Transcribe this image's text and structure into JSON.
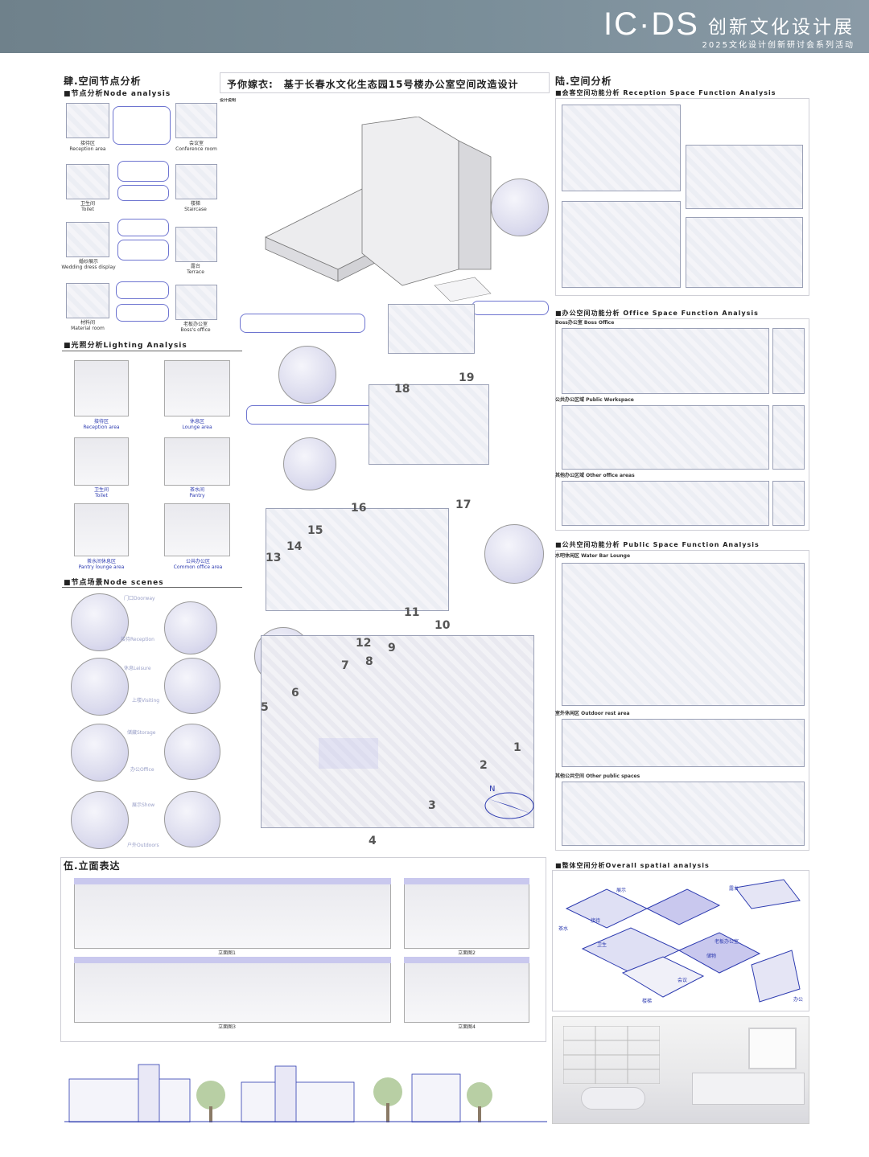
{
  "header": {
    "logo": "IC·DS",
    "title_cn": "创新文化设计展",
    "subtitle": "2025文化设计创新研讨会系列活动"
  },
  "project": {
    "title": "予你嫁衣:　基于长春水文化生态园15号楼办公室空间改造设计",
    "intro_label": "设计说明"
  },
  "s4": {
    "title": "肆.空间节点分析",
    "node": {
      "title": "■节点分析Node analysis",
      "items": [
        {
          "cn": "接待区",
          "en": "Reception area"
        },
        {
          "cn": "会议室",
          "en": "Conference room"
        },
        {
          "cn": "卫生间",
          "en": "Toilet"
        },
        {
          "cn": "楼梯",
          "en": "Staircase"
        },
        {
          "cn": "婚纱展示",
          "en": "Wedding dress display"
        },
        {
          "cn": "露台",
          "en": "Terrace"
        },
        {
          "cn": "材料间",
          "en": "Material room"
        },
        {
          "cn": "老板办公室",
          "en": "Boss's office"
        }
      ]
    },
    "lighting": {
      "title": "■光照分析Lighting Analysis",
      "items": [
        {
          "cn": "接待区",
          "en": "Reception area"
        },
        {
          "cn": "休息区",
          "en": "Lounge area"
        },
        {
          "cn": "卫生间",
          "en": "Toilet"
        },
        {
          "cn": "茶水间",
          "en": "Pantry"
        },
        {
          "cn": "茶水间休息区",
          "en": "Pantry lounge area"
        },
        {
          "cn": "公共办公区",
          "en": "Common office area"
        }
      ]
    },
    "scenes": {
      "title": "■节点场景Node scenes",
      "labels": [
        "门口Doorway",
        "接待Reception",
        "休息Leisure",
        "上楼Visiting",
        "储藏Storage",
        "办公Office",
        "展示Show",
        "户外Outdoors"
      ]
    }
  },
  "s5": {
    "title": "伍.立面表达",
    "elevations": [
      "立面图1",
      "立面图2",
      "立面图3",
      "立面图4"
    ]
  },
  "s6": {
    "title": "陆.空间分析",
    "reception": {
      "title": "■会客空间功能分析 Reception Space Function Analysis"
    },
    "office": {
      "title": "■办公空间功能分析 Office Space Function Analysis",
      "boss": "Boss办公室 Boss Office",
      "public": "公共办公区域 Public Workspace",
      "other": "其他办公区域 Other office areas"
    },
    "public": {
      "title": "■公共空间功能分析 Public Space Function Analysis",
      "water": "水吧休闲区 Water Bar Lounge",
      "outdoor": "室外休闲区 Outdoor rest area",
      "other": "其他公共空间 Other public spaces"
    },
    "overall": {
      "title": "■整体空间分析Overall spatial analysis",
      "labels": [
        "展示",
        "接待",
        "茶水",
        "卫生",
        "老板办公室",
        "储物",
        "会议",
        "露台",
        "办公",
        "楼梯"
      ]
    }
  },
  "axon": {
    "numbers": [
      "1",
      "2",
      "3",
      "4",
      "5",
      "6",
      "7",
      "8",
      "9",
      "10",
      "11",
      "12",
      "13",
      "14",
      "15",
      "16",
      "17",
      "18",
      "19"
    ]
  },
  "colors": {
    "accent": "#2d3bb0",
    "lavender": "#c9c8ee",
    "header": "#76889a"
  }
}
